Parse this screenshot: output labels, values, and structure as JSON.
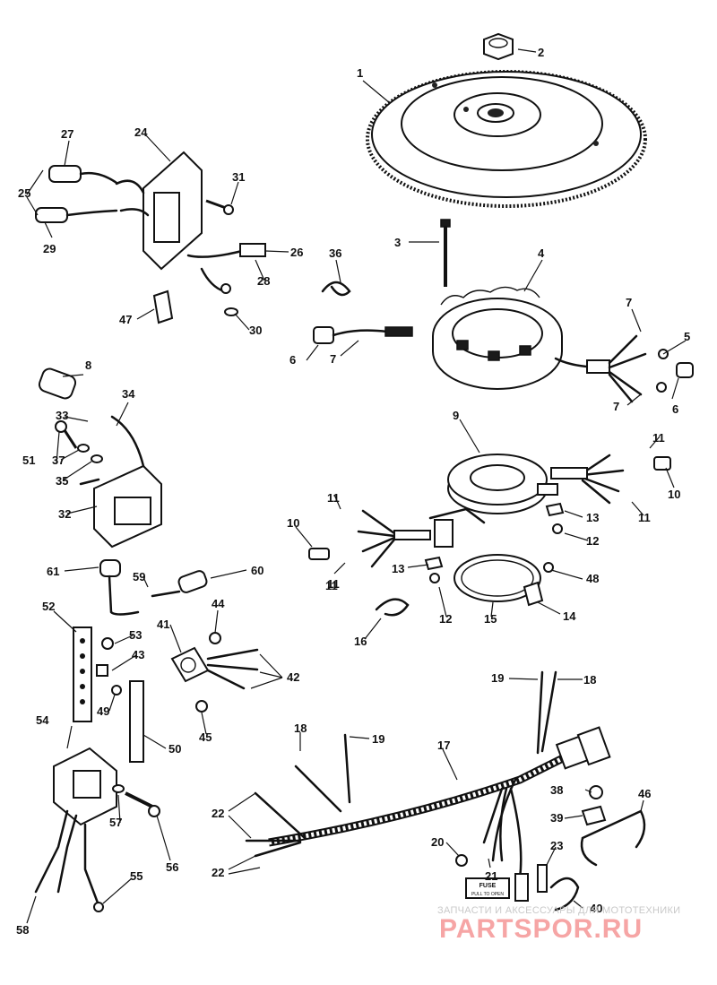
{
  "labels": [
    "1",
    "2",
    "3",
    "4",
    "5",
    "6",
    "6",
    "7",
    "7",
    "7",
    "8",
    "9",
    "10",
    "10",
    "11",
    "11",
    "11",
    "11",
    "11",
    "12",
    "12",
    "13",
    "13",
    "14",
    "15",
    "16",
    "17",
    "18",
    "18",
    "19",
    "19",
    "20",
    "21",
    "22",
    "22",
    "23",
    "24",
    "25",
    "26",
    "27",
    "28",
    "29",
    "30",
    "31",
    "32",
    "33",
    "34",
    "35",
    "36",
    "37",
    "38",
    "39",
    "40",
    "41",
    "42",
    "43",
    "44",
    "45",
    "46",
    "47",
    "48",
    "49",
    "50",
    "51",
    "52",
    "53",
    "54",
    "55",
    "56",
    "57",
    "58",
    "59",
    "60",
    "61"
  ],
  "fuse_tag": {
    "line1": "FUSE",
    "line2": "PULL TO OPEN"
  },
  "watermark": {
    "caption": "ЗАПЧАСТИ И АКСЕССУАРЫ ДЛЯ МОТОТЕХНИКИ",
    "logo": "PARTSPOR.RU"
  }
}
